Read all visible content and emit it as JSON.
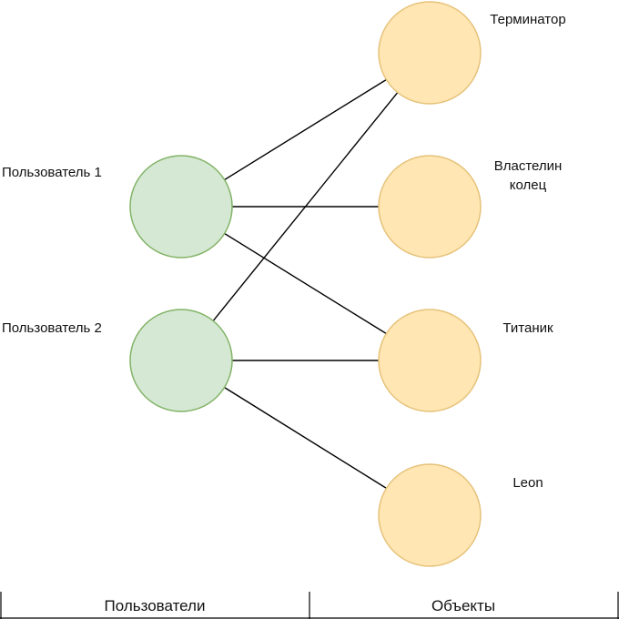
{
  "users": [
    {
      "id": "user1",
      "label": "Пользователь 1"
    },
    {
      "id": "user2",
      "label": "Пользователь 2"
    }
  ],
  "objects": [
    {
      "id": "terminator",
      "label_lines": [
        "Терминатор"
      ]
    },
    {
      "id": "lotr",
      "label_lines": [
        "Властелин",
        "колец"
      ]
    },
    {
      "id": "titanic",
      "label_lines": [
        "Титаник"
      ]
    },
    {
      "id": "leon",
      "label_lines": [
        "Leon"
      ]
    }
  ],
  "edges": [
    {
      "from": "user1",
      "to": "terminator"
    },
    {
      "from": "user1",
      "to": "lotr"
    },
    {
      "from": "user1",
      "to": "titanic"
    },
    {
      "from": "user2",
      "to": "terminator"
    },
    {
      "from": "user2",
      "to": "titanic"
    },
    {
      "from": "user2",
      "to": "leon"
    }
  ],
  "colors": {
    "user_fill": "#d5e8d4",
    "user_stroke": "#82b366",
    "object_fill": "#ffe6b3",
    "object_stroke": "#e6c27a"
  },
  "footer": {
    "users_label": "Пользователи",
    "objects_label": "Объекты"
  }
}
